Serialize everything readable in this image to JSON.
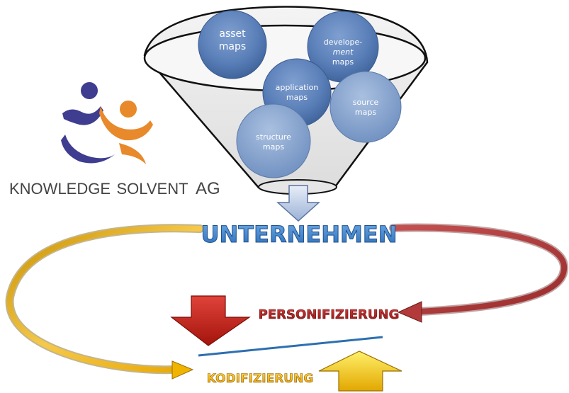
{
  "logo": {
    "name_part1": "KNOWLEDGE",
    "name_part2": "SOLVENT",
    "name_part3": "AG",
    "colors": {
      "blue": "#3e3d8f",
      "orange": "#e8892b"
    }
  },
  "funnel": {
    "maps": [
      {
        "id": "asset",
        "lines": [
          "asset",
          "maps"
        ]
      },
      {
        "id": "development",
        "lines": [
          "develope-",
          "ment",
          "maps"
        ]
      },
      {
        "id": "application",
        "lines": [
          "application",
          "maps"
        ]
      },
      {
        "id": "source",
        "lines": [
          "source",
          "maps"
        ]
      },
      {
        "id": "structure",
        "lines": [
          "structure",
          "maps"
        ]
      }
    ]
  },
  "main": {
    "unternehmen": "UNTERNEHMEN",
    "personifizierung": "PERSONIFIZIERUNG",
    "kodifizierung": "KODIFIZIERUNG"
  },
  "colors": {
    "unternehmen": "#3d7fc8",
    "personifizierung": "#b4232a",
    "kodifizierung": "#f0b400",
    "circle_fill": "#4b6fa7",
    "red_arrow": "#c81d12",
    "yellow_arrow": "#f2c300",
    "left_curve": "#e3a800",
    "right_curve": "#b33a3a",
    "divider": "#2d6fb0"
  }
}
